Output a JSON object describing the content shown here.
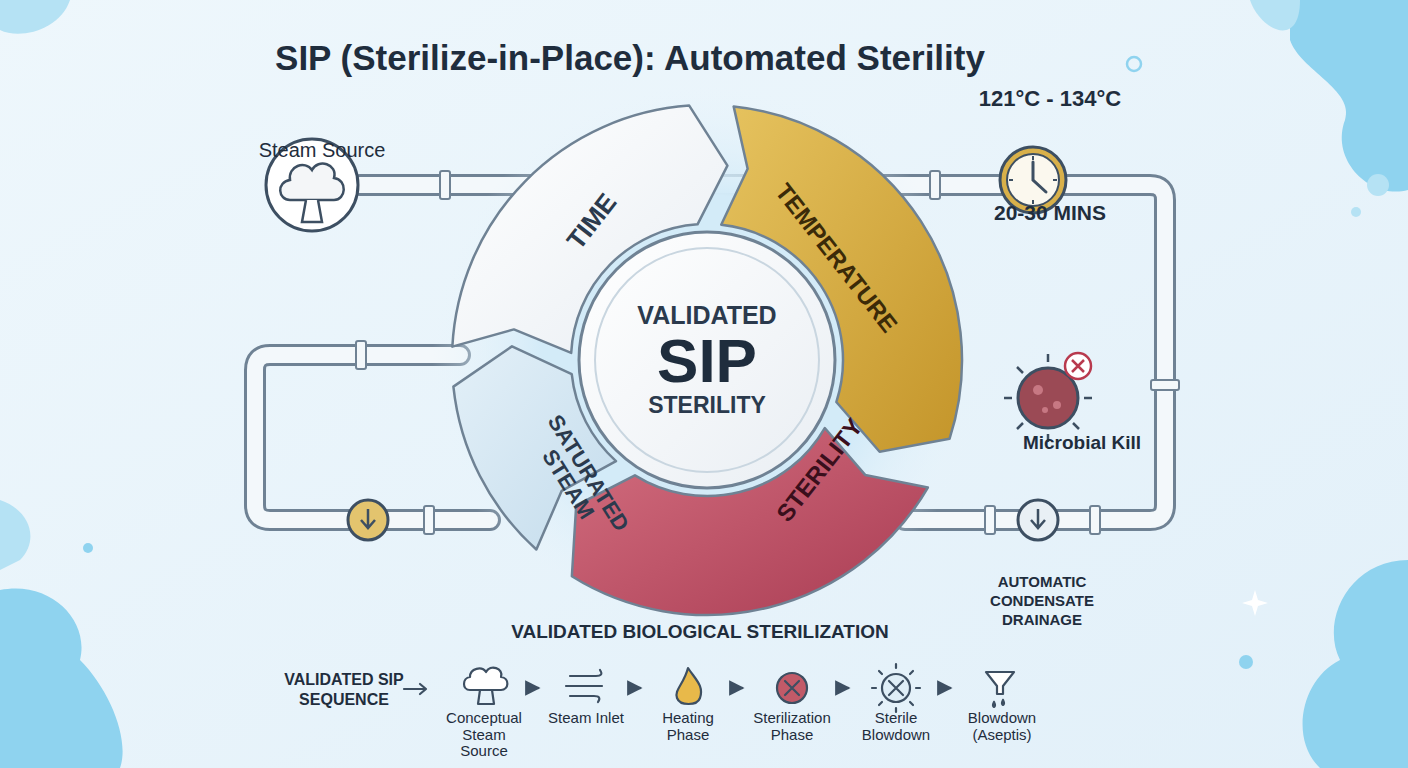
{
  "diagram": {
    "title": "SIP (Sterilize-in-Place): Automated Sterility",
    "nodes": [
      {
        "text": [
          "Steam Source"
        ]
      },
      {
        "text": [
          "TIME"
        ]
      },
      {
        "text": [
          "TEMPERATURE"
        ]
      },
      {
        "text": [
          "SATURATED STEAM"
        ]
      },
      {
        "text": [
          "STERILITY"
        ]
      },
      {
        "text": [
          "VALIDATED",
          "SIP",
          "STERILITY"
        ]
      },
      {
        "text": [
          "121°C - 134°C",
          "20-30 MINS"
        ]
      },
      {
        "text": [
          "Microbial Kill"
        ]
      },
      {
        "text": [
          "AUTOMATIC CONDENSATE DRAINAGE"
        ]
      },
      {
        "text": [
          "Conceptual Steam Source"
        ]
      },
      {
        "text": [
          "Steam Inlet"
        ]
      },
      {
        "text": [
          "Heating Phase"
        ]
      },
      {
        "text": [
          "Sterilization Phase"
        ]
      },
      {
        "text": [
          "Sterile Blowdown"
        ]
      },
      {
        "text": [
          "Blowdown (Aseptis)"
        ]
      }
    ],
    "edges": [
      {
        "from": 9,
        "to": 10,
        "arrow": "to"
      },
      {
        "from": 10,
        "to": 11,
        "arrow": "to"
      },
      {
        "from": 11,
        "to": 12,
        "arrow": "to"
      },
      {
        "from": 12,
        "to": 13,
        "arrow": "to"
      },
      {
        "from": 13,
        "to": 14,
        "arrow": "to"
      }
    ],
    "labels": [
      "VALIDATED BIOLOGICAL STERILIZATION",
      "VALIDATED SIP SEQUENCE"
    ]
  }
}
